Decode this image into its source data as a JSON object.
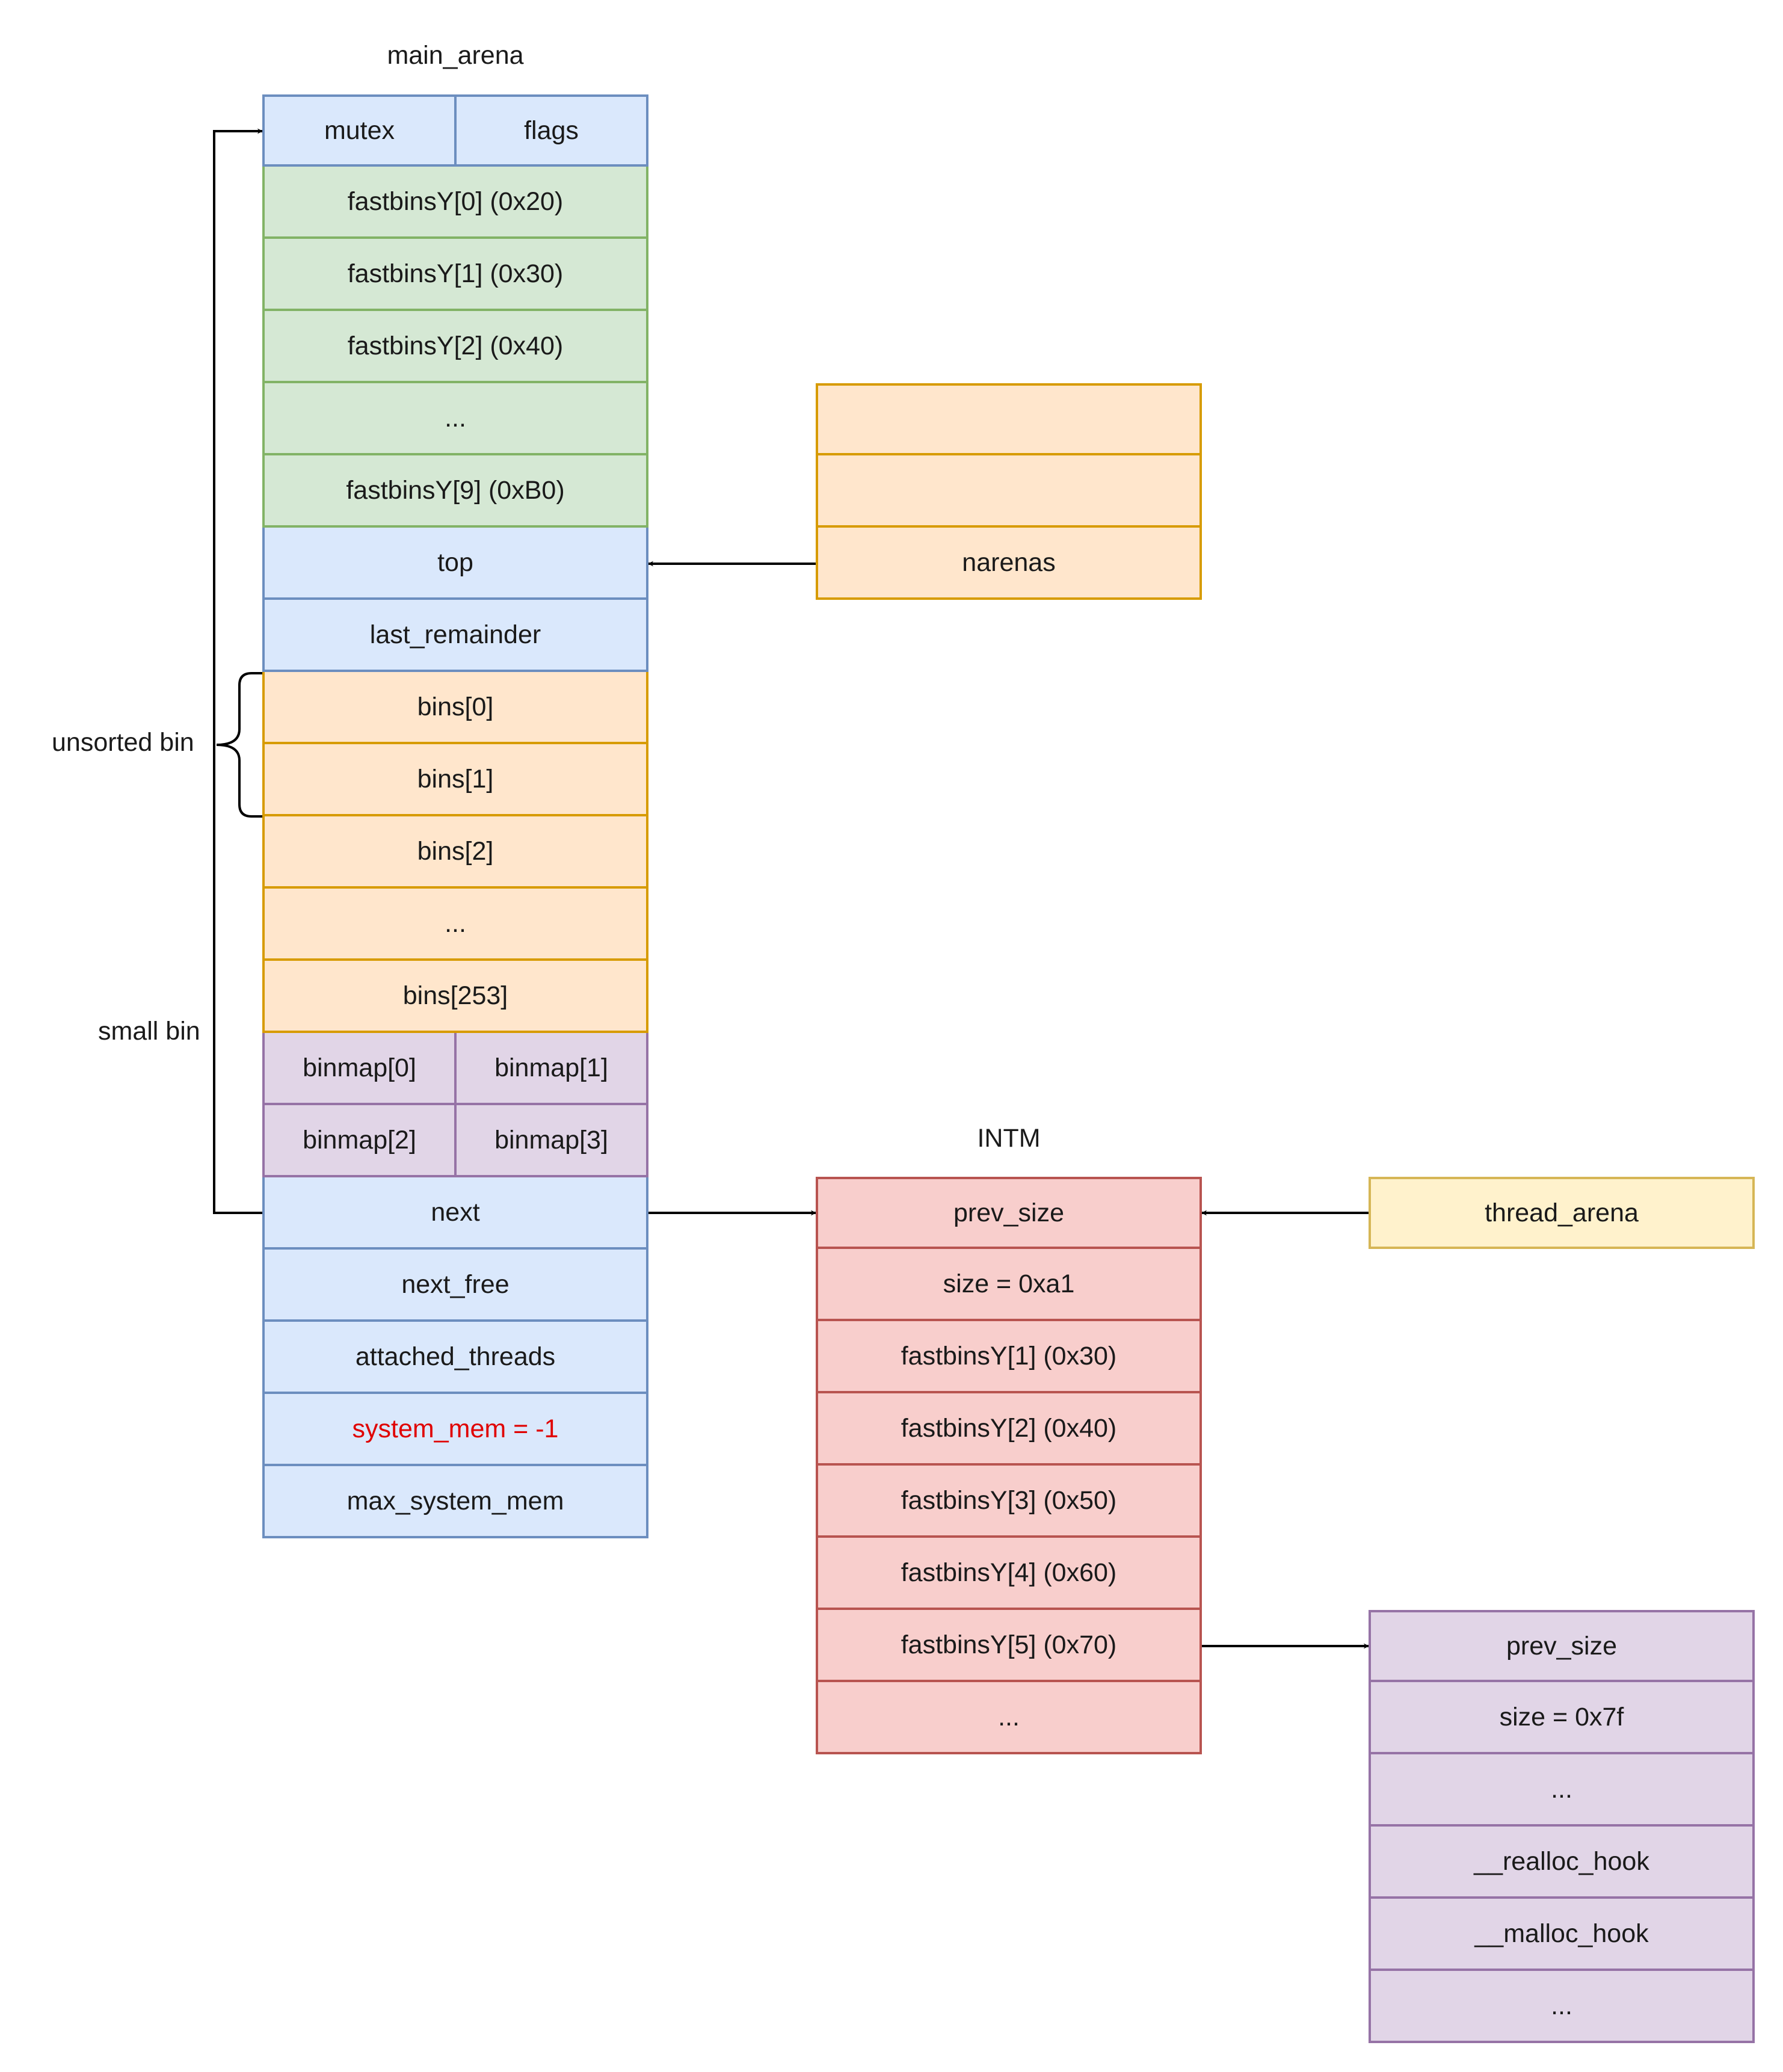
{
  "main_arena": {
    "title": "main_arena",
    "rows": [
      [
        {
          "text": "mutex",
          "color": "blue"
        },
        {
          "text": "flags",
          "color": "blue"
        }
      ],
      [
        {
          "text": "fastbinsY[0] (0x20)",
          "color": "green"
        }
      ],
      [
        {
          "text": "fastbinsY[1] (0x30)",
          "color": "green"
        }
      ],
      [
        {
          "text": "fastbinsY[2] (0x40)",
          "color": "green"
        }
      ],
      [
        {
          "text": "...",
          "color": "green"
        }
      ],
      [
        {
          "text": "fastbinsY[9] (0xB0)",
          "color": "green"
        }
      ],
      [
        {
          "text": "top",
          "color": "blue"
        }
      ],
      [
        {
          "text": "last_remainder",
          "color": "blue"
        }
      ],
      [
        {
          "text": "bins[0]",
          "color": "orange"
        }
      ],
      [
        {
          "text": "bins[1]",
          "color": "orange"
        }
      ],
      [
        {
          "text": "bins[2]",
          "color": "orange"
        }
      ],
      [
        {
          "text": "...",
          "color": "orange"
        }
      ],
      [
        {
          "text": "bins[253]",
          "color": "orange"
        }
      ],
      [
        {
          "text": "binmap[0]",
          "color": "purple"
        },
        {
          "text": "binmap[1]",
          "color": "purple"
        }
      ],
      [
        {
          "text": "binmap[2]",
          "color": "purple"
        },
        {
          "text": "binmap[3]",
          "color": "purple"
        }
      ],
      [
        {
          "text": "next",
          "color": "blue"
        }
      ],
      [
        {
          "text": "next_free",
          "color": "blue"
        }
      ],
      [
        {
          "text": "attached_threads",
          "color": "blue"
        }
      ],
      [
        {
          "text": "system_mem = -1",
          "color": "blue",
          "text_color": "#e00000"
        }
      ],
      [
        {
          "text": "max_system_mem",
          "color": "blue"
        }
      ]
    ]
  },
  "narenas_block": {
    "rows": [
      [
        {
          "text": "",
          "color": "orange"
        }
      ],
      [
        {
          "text": "",
          "color": "orange"
        }
      ],
      [
        {
          "text": "narenas",
          "color": "orange"
        }
      ]
    ]
  },
  "intm": {
    "title": "INTM",
    "rows": [
      [
        {
          "text": "prev_size",
          "color": "red"
        }
      ],
      [
        {
          "text": "size = 0xa1",
          "color": "red"
        }
      ],
      [
        {
          "text": "fastbinsY[1] (0x30)",
          "color": "red"
        }
      ],
      [
        {
          "text": "fastbinsY[2] (0x40)",
          "color": "red"
        }
      ],
      [
        {
          "text": "fastbinsY[3] (0x50)",
          "color": "red"
        }
      ],
      [
        {
          "text": "fastbinsY[4] (0x60)",
          "color": "red"
        }
      ],
      [
        {
          "text": "fastbinsY[5] (0x70)",
          "color": "red"
        }
      ],
      [
        {
          "text": "...",
          "color": "red"
        }
      ]
    ]
  },
  "thread_arena": {
    "rows": [
      [
        {
          "text": "thread_arena",
          "color": "yellow"
        }
      ]
    ]
  },
  "fake_chunk": {
    "rows": [
      [
        {
          "text": "prev_size",
          "color": "purple"
        }
      ],
      [
        {
          "text": "size = 0x7f",
          "color": "purple"
        }
      ],
      [
        {
          "text": "...",
          "color": "purple"
        }
      ],
      [
        {
          "text": "__realloc_hook",
          "color": "purple"
        }
      ],
      [
        {
          "text": "__malloc_hook",
          "color": "purple"
        }
      ],
      [
        {
          "text": "...",
          "color": "purple"
        }
      ]
    ]
  },
  "labels": {
    "unsorted_bin": "unsorted bin",
    "small_bin": "small bin"
  }
}
